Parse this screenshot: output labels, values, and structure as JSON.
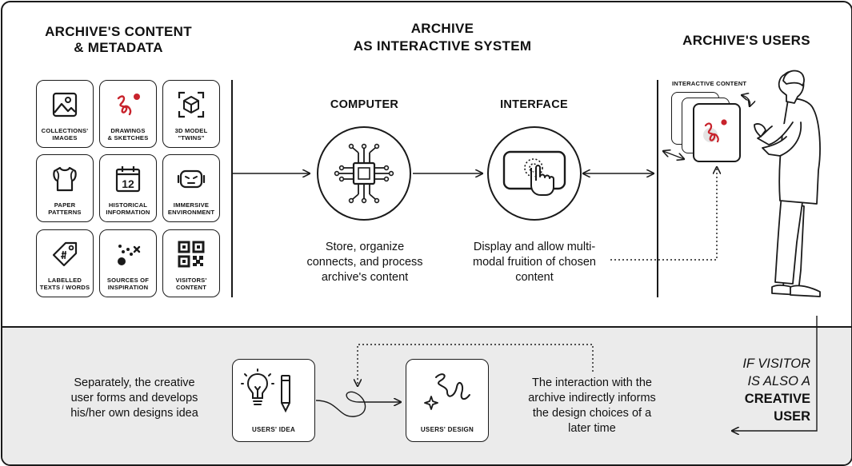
{
  "headers": {
    "content": [
      "ARCHIVE'S CONTENT",
      "& METADATA"
    ],
    "system": [
      "ARCHIVE",
      "AS INTERACTIVE SYSTEM"
    ],
    "users": "ARCHIVE'S USERS"
  },
  "tiles": [
    {
      "label": [
        "COLLECTIONS'",
        "IMAGES"
      ],
      "icon": "image-icon"
    },
    {
      "label": [
        "DRAWINGS",
        "& SKETCHES"
      ],
      "icon": "scribble-icon"
    },
    {
      "label": [
        "3D MODEL",
        "\"TWINS\""
      ],
      "icon": "cube-icon"
    },
    {
      "label": [
        "PAPER",
        "PATTERNS"
      ],
      "icon": "garment-icon"
    },
    {
      "label": [
        "HISTORICAL",
        "INFORMATION"
      ],
      "icon": "calendar-icon"
    },
    {
      "label": [
        "IMMERSIVE",
        "ENVIRONMENT"
      ],
      "icon": "vr-headset-icon"
    },
    {
      "label": [
        "LABELLED",
        "TEXTS / WORDS"
      ],
      "icon": "tag-icon"
    },
    {
      "label": [
        "SOURCES OF",
        "INSPIRATION"
      ],
      "icon": "dots-icon"
    },
    {
      "label": [
        "VISITORS'",
        "CONTENT"
      ],
      "icon": "qr-code-icon"
    }
  ],
  "calendar_day": "12",
  "computer": {
    "title": "COMPUTER",
    "description": [
      "Store, organize",
      "connects, and process",
      "archive's content"
    ]
  },
  "interface": {
    "title": "INTERFACE",
    "description": [
      "Display and allow multi-",
      "modal fruition of chosen",
      "content"
    ]
  },
  "interactive_content_label": "INTERACTIVE CONTENT",
  "bottom": {
    "left_text": [
      "Separately, the creative",
      "user forms and develops",
      "his/her own designs idea"
    ],
    "users_idea": "USERS' IDEA",
    "users_design": "USERS' DESIGN",
    "right_text": [
      "The interaction with the",
      "archive indirectly informs",
      "the design choices of a",
      "later time"
    ],
    "condition": [
      "IF VISITOR",
      "IS ALSO A",
      "CREATIVE",
      "USER"
    ]
  },
  "colors": {
    "accent_red": "#c8232c",
    "ink": "#1a1a1a",
    "band": "#ebebeb"
  }
}
